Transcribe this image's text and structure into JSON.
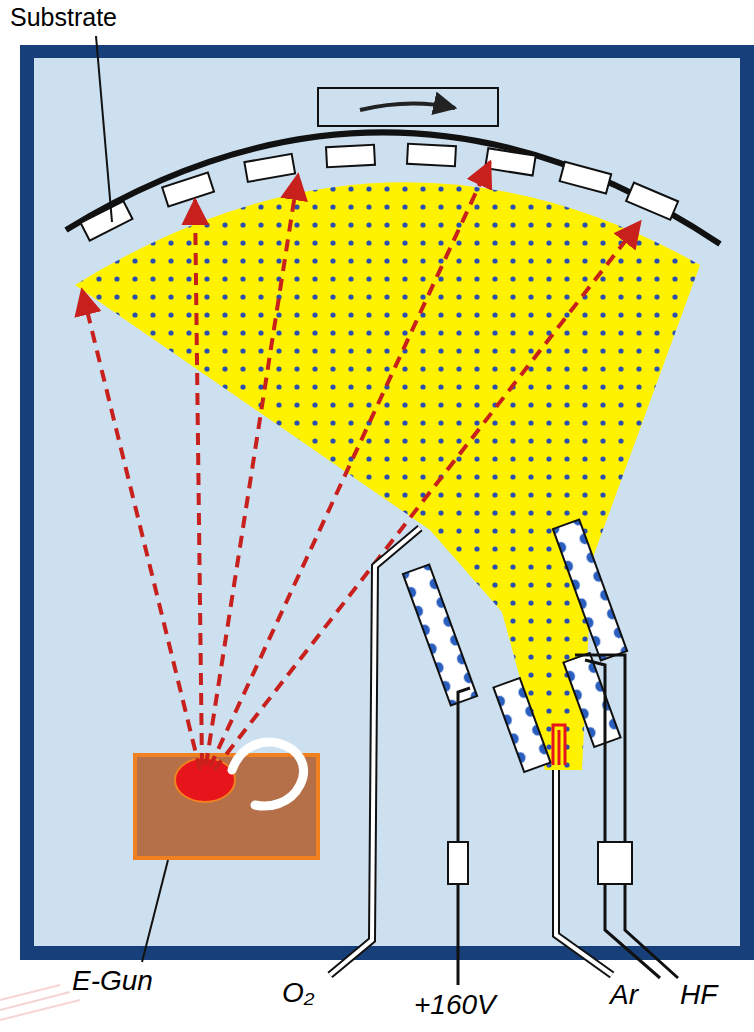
{
  "diagram": {
    "labels": [
      "Substrate",
      "E-Gun",
      "O₂",
      "+160V",
      "Ar",
      "HF"
    ]
  }
}
